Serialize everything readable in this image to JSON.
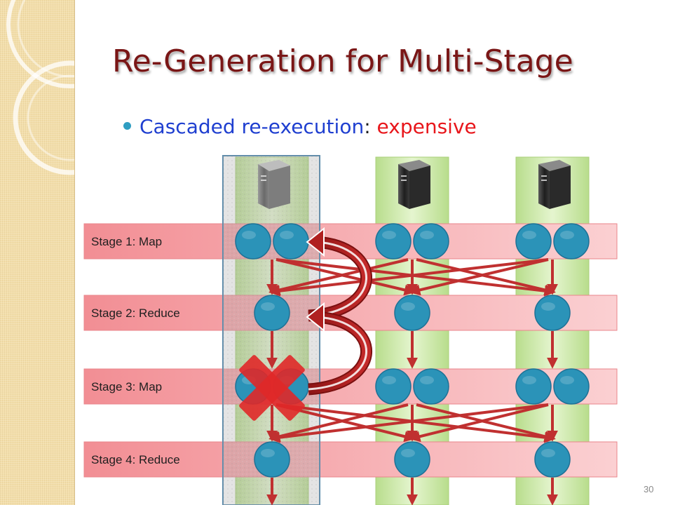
{
  "title": "Re-Generation for Multi-Stage",
  "bullet": {
    "term": "Cascaded re-execution",
    "separator": ": ",
    "value": "expensive"
  },
  "stages": [
    {
      "label": "Stage 1: Map",
      "kind": "map"
    },
    {
      "label": "Stage 2: Reduce",
      "kind": "reduce"
    },
    {
      "label": "Stage 3: Map",
      "kind": "map"
    },
    {
      "label": "Stage 4: Reduce",
      "kind": "reduce"
    }
  ],
  "machines": [
    {
      "id": "machine-1",
      "status": "failed"
    },
    {
      "id": "machine-2",
      "status": "ok"
    },
    {
      "id": "machine-3",
      "status": "ok"
    }
  ],
  "page_number": "30",
  "colors": {
    "title": "#7a1616",
    "bullet_term": "#1f3fd0",
    "bullet_value": "#e8161b",
    "stage_band": "#f7a9ad",
    "machine_column": "#d5eeb0",
    "task_node": "#2b93b8",
    "arrow": "#c03030",
    "failure_x": "#e02828",
    "regeneration_arrow": "#b02020"
  },
  "icons": [
    "server-tower-icon",
    "failure-x-icon",
    "regeneration-arrow-icon",
    "bullet-dot-icon"
  ]
}
